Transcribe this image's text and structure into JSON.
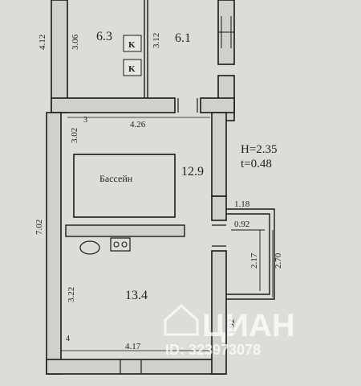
{
  "rooms": {
    "r61": "6.1",
    "r63": "6.3",
    "r129": "12.9",
    "r134": "13.4"
  },
  "dimensions": {
    "d412": "4.12",
    "d306": "3.06",
    "d312": "3.12",
    "d426": "4.26",
    "d302": "3.02",
    "d702": "7.02",
    "d322": "3.22",
    "d417": "4.17",
    "d192": "1.92",
    "d118": "1.18",
    "d092": "0.92",
    "d217": "2.17",
    "d270": "2.70"
  },
  "markers": {
    "k1": "K",
    "k2": "K",
    "num3": "3",
    "num4": "4"
  },
  "labels": {
    "pool": "Бассейн"
  },
  "notes": {
    "height": "H=2.35",
    "thickness": "t=0.48"
  },
  "watermark": {
    "brand": "ЦИАН",
    "id": "ID: 323973078"
  },
  "colors": {
    "wall_outline": "#1a1a1a",
    "wall_fill": "#d0d0cc",
    "paper": "#dcdcd8"
  }
}
